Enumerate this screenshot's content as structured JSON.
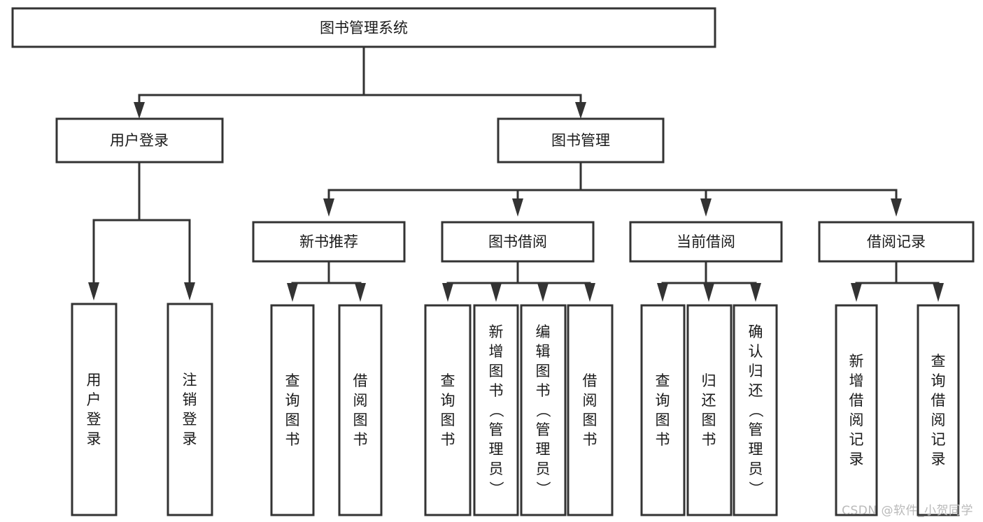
{
  "diagram": {
    "title": "图书管理系统",
    "type": "hierarchy-tree",
    "root": {
      "id": "root",
      "label": "图书管理系统",
      "orientation": "horizontal"
    },
    "level2": [
      {
        "id": "user-login",
        "label": "用户登录",
        "orientation": "horizontal"
      },
      {
        "id": "book-management",
        "label": "图书管理",
        "orientation": "horizontal"
      }
    ],
    "level3": [
      {
        "id": "new-book-recommend",
        "label": "新书推荐",
        "orientation": "horizontal",
        "parent": "book-management"
      },
      {
        "id": "book-borrow",
        "label": "图书借阅",
        "orientation": "horizontal",
        "parent": "book-management"
      },
      {
        "id": "current-borrow",
        "label": "当前借阅",
        "orientation": "horizontal",
        "parent": "book-management"
      },
      {
        "id": "borrow-record",
        "label": "借阅记录",
        "orientation": "horizontal",
        "parent": "book-management"
      }
    ],
    "leaves": [
      {
        "id": "leaf-user-login",
        "label": "用户登录",
        "orientation": "vertical",
        "parent": "user-login"
      },
      {
        "id": "leaf-user-logout",
        "label": "注销登录",
        "orientation": "vertical",
        "parent": "user-login"
      },
      {
        "id": "leaf-query-book-1",
        "label": "查询图书",
        "orientation": "vertical",
        "parent": "new-book-recommend"
      },
      {
        "id": "leaf-borrow-book-1",
        "label": "借阅图书",
        "orientation": "vertical",
        "parent": "new-book-recommend"
      },
      {
        "id": "leaf-query-book-2",
        "label": "查询图书",
        "orientation": "vertical",
        "parent": "book-borrow"
      },
      {
        "id": "leaf-add-book",
        "label": "新增图书（管理员）",
        "orientation": "vertical",
        "parent": "book-borrow"
      },
      {
        "id": "leaf-edit-book",
        "label": "编辑图书（管理员）",
        "orientation": "vertical",
        "parent": "book-borrow"
      },
      {
        "id": "leaf-borrow-book-2",
        "label": "借阅图书",
        "orientation": "vertical",
        "parent": "book-borrow"
      },
      {
        "id": "leaf-query-book-3",
        "label": "查询图书",
        "orientation": "vertical",
        "parent": "current-borrow"
      },
      {
        "id": "leaf-return-book",
        "label": "归还图书",
        "orientation": "vertical",
        "parent": "current-borrow"
      },
      {
        "id": "leaf-confirm-return",
        "label": "确认归还（管理员）",
        "orientation": "vertical",
        "parent": "current-borrow"
      },
      {
        "id": "leaf-add-record",
        "label": "新增借阅记录",
        "orientation": "vertical",
        "parent": "borrow-record"
      },
      {
        "id": "leaf-query-record",
        "label": "查询借阅记录",
        "orientation": "vertical",
        "parent": "borrow-record"
      }
    ]
  },
  "watermark": {
    "text": "CSDN @软件_小贺同学"
  },
  "colors": {
    "box_stroke": "#333333",
    "box_fill": "#ffffff",
    "text": "#1a1a1a",
    "background": "#ffffff",
    "watermark": "#b9b9b9"
  }
}
